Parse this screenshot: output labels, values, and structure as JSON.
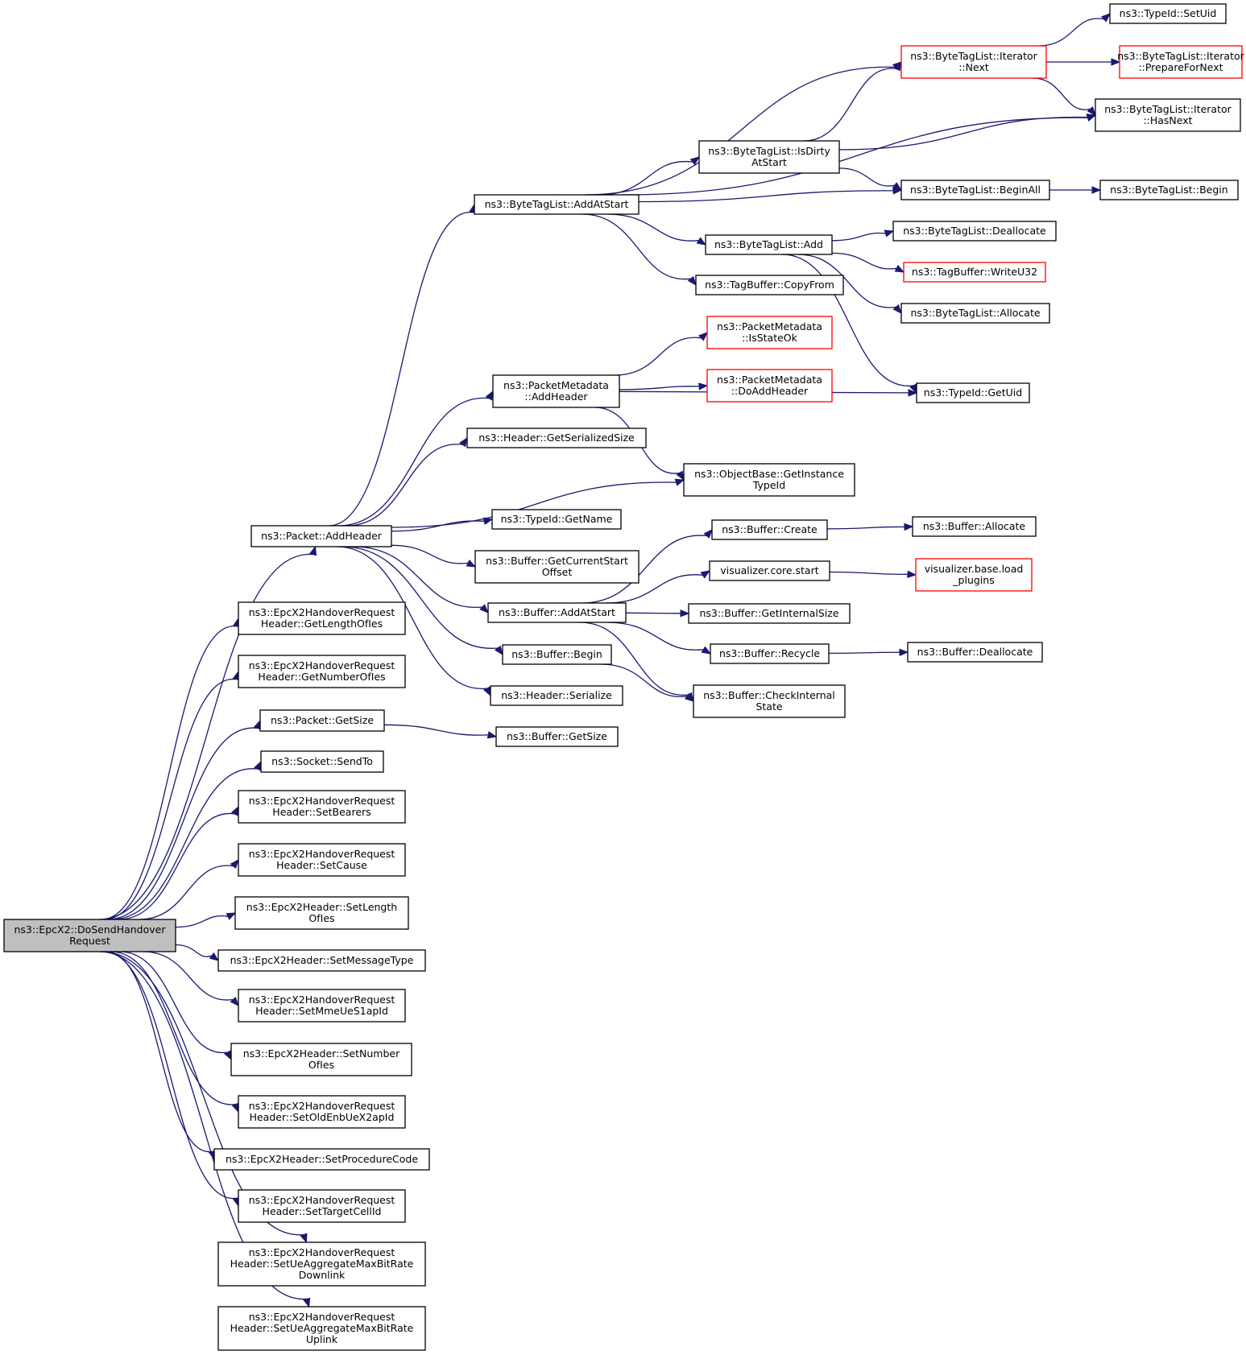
{
  "colors": {
    "edge": "#191970",
    "normal_border": "#000000",
    "truncated_border": "#ff0000",
    "root_fill": "#bfbfbf",
    "node_fill": "#ffffff"
  },
  "nodes": [
    {
      "id": "root",
      "lines": [
        "ns3::EpcX2::DoSendHandover",
        "Request"
      ],
      "kind": "root"
    },
    {
      "id": "pkt_addheader",
      "lines": [
        "ns3::Packet::AddHeader"
      ],
      "kind": "normal"
    },
    {
      "id": "getlengthofies",
      "lines": [
        "ns3::EpcX2HandoverRequest",
        "Header::GetLengthOfIes"
      ],
      "kind": "normal"
    },
    {
      "id": "getnumberofies",
      "lines": [
        "ns3::EpcX2HandoverRequest",
        "Header::GetNumberOfIes"
      ],
      "kind": "normal"
    },
    {
      "id": "pkt_getsize",
      "lines": [
        "ns3::Packet::GetSize"
      ],
      "kind": "normal"
    },
    {
      "id": "socket_sendto",
      "lines": [
        "ns3::Socket::SendTo"
      ],
      "kind": "normal"
    },
    {
      "id": "setbearers",
      "lines": [
        "ns3::EpcX2HandoverRequest",
        "Header::SetBearers"
      ],
      "kind": "normal"
    },
    {
      "id": "setcause",
      "lines": [
        "ns3::EpcX2HandoverRequest",
        "Header::SetCause"
      ],
      "kind": "normal"
    },
    {
      "id": "setlengthofies",
      "lines": [
        "ns3::EpcX2Header::SetLength",
        "OfIes"
      ],
      "kind": "normal"
    },
    {
      "id": "setmessagetype",
      "lines": [
        "ns3::EpcX2Header::SetMessageType"
      ],
      "kind": "normal"
    },
    {
      "id": "setmmeues1apid",
      "lines": [
        "ns3::EpcX2HandoverRequest",
        "Header::SetMmeUeS1apId"
      ],
      "kind": "normal"
    },
    {
      "id": "setnumberofies",
      "lines": [
        "ns3::EpcX2Header::SetNumber",
        "OfIes"
      ],
      "kind": "normal"
    },
    {
      "id": "setoldenbuex2apid",
      "lines": [
        "ns3::EpcX2HandoverRequest",
        "Header::SetOldEnbUeX2apId"
      ],
      "kind": "normal"
    },
    {
      "id": "setprocedurecode",
      "lines": [
        "ns3::EpcX2Header::SetProcedureCode"
      ],
      "kind": "normal"
    },
    {
      "id": "settargetcellid",
      "lines": [
        "ns3::EpcX2HandoverRequest",
        "Header::SetTargetCellId"
      ],
      "kind": "normal"
    },
    {
      "id": "setueaggdl",
      "lines": [
        "ns3::EpcX2HandoverRequest",
        "Header::SetUeAggregateMaxBitRate",
        "Downlink"
      ],
      "kind": "normal"
    },
    {
      "id": "setueaggul",
      "lines": [
        "ns3::EpcX2HandoverRequest",
        "Header::SetUeAggregateMaxBitRate",
        "Uplink"
      ],
      "kind": "normal"
    },
    {
      "id": "btl_addatstart",
      "lines": [
        "ns3::ByteTagList::AddAtStart"
      ],
      "kind": "normal"
    },
    {
      "id": "pm_addheader",
      "lines": [
        "ns3::PacketMetadata",
        "::AddHeader"
      ],
      "kind": "normal"
    },
    {
      "id": "hdr_getserializedsize",
      "lines": [
        "ns3::Header::GetSerializedSize"
      ],
      "kind": "normal"
    },
    {
      "id": "ob_getinstancetypeid",
      "lines": [
        "ns3::ObjectBase::GetInstance",
        "TypeId"
      ],
      "kind": "normal"
    },
    {
      "id": "tid_getname",
      "lines": [
        "ns3::TypeId::GetName"
      ],
      "kind": "normal"
    },
    {
      "id": "buf_getcurrentstartoffset",
      "lines": [
        "ns3::Buffer::GetCurrentStart",
        "Offset"
      ],
      "kind": "normal"
    },
    {
      "id": "buf_addatstart",
      "lines": [
        "ns3::Buffer::AddAtStart"
      ],
      "kind": "normal"
    },
    {
      "id": "buf_begin",
      "lines": [
        "ns3::Buffer::Begin"
      ],
      "kind": "normal"
    },
    {
      "id": "hdr_serialize",
      "lines": [
        "ns3::Header::Serialize"
      ],
      "kind": "normal"
    },
    {
      "id": "buf_getsize",
      "lines": [
        "ns3::Buffer::GetSize"
      ],
      "kind": "normal"
    },
    {
      "id": "btli_next",
      "lines": [
        "ns3::ByteTagList::Iterator",
        "::Next"
      ],
      "kind": "truncated"
    },
    {
      "id": "btl_isdirtyatstart",
      "lines": [
        "ns3::ByteTagList::IsDirty",
        "AtStart"
      ],
      "kind": "normal"
    },
    {
      "id": "btl_beginall",
      "lines": [
        "ns3::ByteTagList::BeginAll"
      ],
      "kind": "normal"
    },
    {
      "id": "btl_add",
      "lines": [
        "ns3::ByteTagList::Add"
      ],
      "kind": "normal"
    },
    {
      "id": "tb_copyfrom",
      "lines": [
        "ns3::TagBuffer::CopyFrom"
      ],
      "kind": "normal"
    },
    {
      "id": "pm_isstateok",
      "lines": [
        "ns3::PacketMetadata",
        "::IsStateOk"
      ],
      "kind": "truncated"
    },
    {
      "id": "pm_doaddheader",
      "lines": [
        "ns3::PacketMetadata",
        "::DoAddHeader"
      ],
      "kind": "truncated"
    },
    {
      "id": "buf_create",
      "lines": [
        "ns3::Buffer::Create"
      ],
      "kind": "normal"
    },
    {
      "id": "vis_core_start",
      "lines": [
        "visualizer.core.start"
      ],
      "kind": "normal"
    },
    {
      "id": "buf_getinternalsize",
      "lines": [
        "ns3::Buffer::GetInternalSize"
      ],
      "kind": "normal"
    },
    {
      "id": "buf_recycle",
      "lines": [
        "ns3::Buffer::Recycle"
      ],
      "kind": "normal"
    },
    {
      "id": "buf_checkinternalstate",
      "lines": [
        "ns3::Buffer::CheckInternal",
        "State"
      ],
      "kind": "normal"
    },
    {
      "id": "tid_setuid",
      "lines": [
        "ns3::TypeId::SetUid"
      ],
      "kind": "normal"
    },
    {
      "id": "btli_preparefornext",
      "lines": [
        "ns3::ByteTagList::Iterator",
        "::PrepareForNext"
      ],
      "kind": "truncated"
    },
    {
      "id": "btli_hasnext",
      "lines": [
        "ns3::ByteTagList::Iterator",
        "::HasNext"
      ],
      "kind": "normal"
    },
    {
      "id": "btl_begin",
      "lines": [
        "ns3::ByteTagList::Begin"
      ],
      "kind": "normal"
    },
    {
      "id": "btl_deallocate",
      "lines": [
        "ns3::ByteTagList::Deallocate"
      ],
      "kind": "normal"
    },
    {
      "id": "tb_writeu32",
      "lines": [
        "ns3::TagBuffer::WriteU32"
      ],
      "kind": "truncated"
    },
    {
      "id": "btl_allocate",
      "lines": [
        "ns3::ByteTagList::Allocate"
      ],
      "kind": "normal"
    },
    {
      "id": "tid_getuid",
      "lines": [
        "ns3::TypeId::GetUid"
      ],
      "kind": "normal"
    },
    {
      "id": "buf_allocate",
      "lines": [
        "ns3::Buffer::Allocate"
      ],
      "kind": "normal"
    },
    {
      "id": "vis_base_loadplugins",
      "lines": [
        "visualizer.base.load",
        "_plugins"
      ],
      "kind": "truncated"
    },
    {
      "id": "buf_deallocate",
      "lines": [
        "ns3::Buffer::Deallocate"
      ],
      "kind": "normal"
    }
  ],
  "edges": [
    [
      "root",
      "pkt_addheader"
    ],
    [
      "root",
      "getlengthofies"
    ],
    [
      "root",
      "getnumberofies"
    ],
    [
      "root",
      "pkt_getsize"
    ],
    [
      "root",
      "socket_sendto"
    ],
    [
      "root",
      "setbearers"
    ],
    [
      "root",
      "setcause"
    ],
    [
      "root",
      "setlengthofies"
    ],
    [
      "root",
      "setmessagetype"
    ],
    [
      "root",
      "setmmeues1apid"
    ],
    [
      "root",
      "setnumberofies"
    ],
    [
      "root",
      "setoldenbuex2apid"
    ],
    [
      "root",
      "setprocedurecode"
    ],
    [
      "root",
      "settargetcellid"
    ],
    [
      "root",
      "setueaggdl"
    ],
    [
      "root",
      "setueaggul"
    ],
    [
      "pkt_addheader",
      "btl_addatstart"
    ],
    [
      "pkt_addheader",
      "pm_addheader"
    ],
    [
      "pkt_addheader",
      "hdr_getserializedsize"
    ],
    [
      "pkt_addheader",
      "ob_getinstancetypeid"
    ],
    [
      "pkt_addheader",
      "tid_getname"
    ],
    [
      "pkt_addheader",
      "buf_getcurrentstartoffset"
    ],
    [
      "pkt_addheader",
      "buf_addatstart"
    ],
    [
      "pkt_addheader",
      "buf_begin"
    ],
    [
      "pkt_addheader",
      "hdr_serialize"
    ],
    [
      "pkt_getsize",
      "buf_getsize"
    ],
    [
      "btl_addatstart",
      "btli_next"
    ],
    [
      "btl_addatstart",
      "btli_hasnext"
    ],
    [
      "btl_addatstart",
      "btl_isdirtyatstart"
    ],
    [
      "btl_addatstart",
      "btl_beginall"
    ],
    [
      "btl_addatstart",
      "btl_add"
    ],
    [
      "btl_addatstart",
      "tb_copyfrom"
    ],
    [
      "btl_isdirtyatstart",
      "btli_next"
    ],
    [
      "btl_isdirtyatstart",
      "btli_hasnext"
    ],
    [
      "btl_isdirtyatstart",
      "btl_beginall"
    ],
    [
      "btli_next",
      "tid_setuid"
    ],
    [
      "btli_next",
      "btli_preparefornext"
    ],
    [
      "btli_next",
      "btli_hasnext"
    ],
    [
      "btl_beginall",
      "btl_begin"
    ],
    [
      "btl_add",
      "btl_deallocate"
    ],
    [
      "btl_add",
      "tb_writeu32"
    ],
    [
      "btl_add",
      "btl_allocate"
    ],
    [
      "btl_add",
      "tid_getuid"
    ],
    [
      "pm_addheader",
      "pm_isstateok"
    ],
    [
      "pm_addheader",
      "pm_doaddheader"
    ],
    [
      "pm_addheader",
      "tid_getuid"
    ],
    [
      "pm_addheader",
      "ob_getinstancetypeid"
    ],
    [
      "buf_addatstart",
      "buf_create"
    ],
    [
      "buf_addatstart",
      "vis_core_start"
    ],
    [
      "buf_addatstart",
      "buf_getinternalsize"
    ],
    [
      "buf_addatstart",
      "buf_recycle"
    ],
    [
      "buf_addatstart",
      "buf_checkinternalstate"
    ],
    [
      "buf_begin",
      "buf_checkinternalstate"
    ],
    [
      "buf_create",
      "buf_allocate"
    ],
    [
      "vis_core_start",
      "vis_base_loadplugins"
    ],
    [
      "buf_recycle",
      "buf_deallocate"
    ]
  ]
}
